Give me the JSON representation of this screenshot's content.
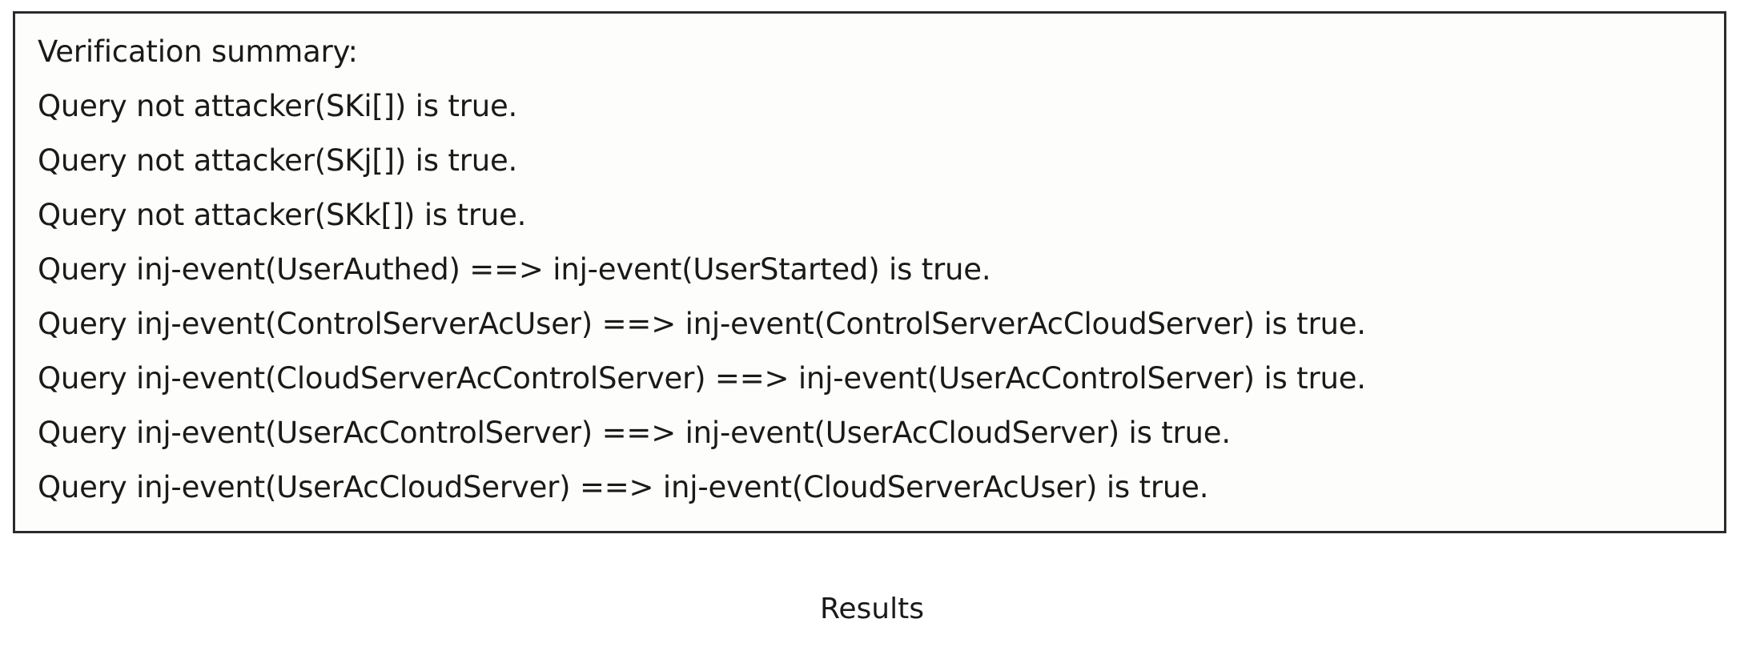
{
  "output_panel": {
    "name": "proverif-verification-output",
    "border_color": "#2b2b2b",
    "background_color": "#fdfdfb",
    "text_color": "#1a1a1a",
    "lines": [
      "Verification summary:",
      "Query not attacker(SKi[]) is true.",
      "Query not attacker(SKj[]) is true.",
      "Query not attacker(SKk[]) is true.",
      "Query inj-event(UserAuthed) ==> inj-event(UserStarted) is true.",
      "Query inj-event(ControlServerAcUser) ==> inj-event(ControlServerAcCloudServer) is true.",
      "Query inj-event(CloudServerAcControlServer) ==> inj-event(UserAcControlServer) is true.",
      "Query inj-event(UserAcControlServer) ==> inj-event(UserAcCloudServer) is true.",
      "Query inj-event(UserAcCloudServer) ==> inj-event(CloudServerAcUser) is true."
    ]
  },
  "caption": {
    "text": "Results"
  }
}
